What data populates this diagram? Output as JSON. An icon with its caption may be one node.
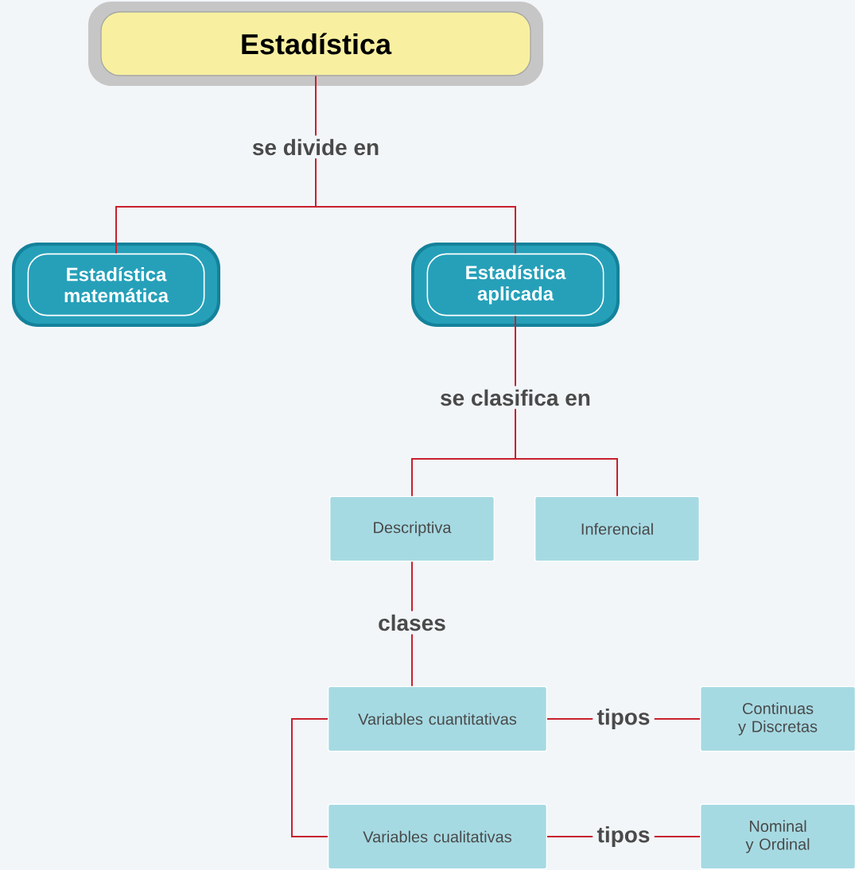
{
  "diagram": {
    "nodes": [
      {
        "text": [
          "Estadística"
        ]
      },
      {
        "text": [
          "se divide en"
        ]
      },
      {
        "text": [
          "Estadística matemática"
        ]
      },
      {
        "text": [
          "Estadística aplicada"
        ]
      },
      {
        "text": [
          "se clasifica en"
        ]
      },
      {
        "text": [
          "Descriptiva"
        ]
      },
      {
        "text": [
          "Inferencial"
        ]
      },
      {
        "text": [
          "clases"
        ]
      },
      {
        "text": [
          "Variables cuantitativas"
        ]
      },
      {
        "text": [
          "Continuas y Discretas"
        ]
      },
      {
        "text": [
          "Variables cualitativas"
        ]
      },
      {
        "text": [
          "Nominal y Ordinal"
        ]
      }
    ],
    "edges": [
      {
        "from": 0,
        "to": 1,
        "arrow": "none"
      },
      {
        "from": 1,
        "to": 2,
        "arrow": "none"
      },
      {
        "from": 1,
        "to": 3,
        "arrow": "none"
      },
      {
        "from": 3,
        "to": 4,
        "arrow": "none"
      },
      {
        "from": 4,
        "to": 5,
        "arrow": "none"
      },
      {
        "from": 4,
        "to": 6,
        "arrow": "none"
      },
      {
        "from": 5,
        "to": 7,
        "arrow": "none"
      },
      {
        "from": 7,
        "to": 8,
        "arrow": "none"
      },
      {
        "from": 8,
        "to": 10,
        "arrow": "none"
      },
      {
        "from": 8,
        "to": 9,
        "arrow": "none",
        "label": "tipos"
      },
      {
        "from": 10,
        "to": 11,
        "arrow": "none",
        "label": "tipos"
      }
    ]
  }
}
